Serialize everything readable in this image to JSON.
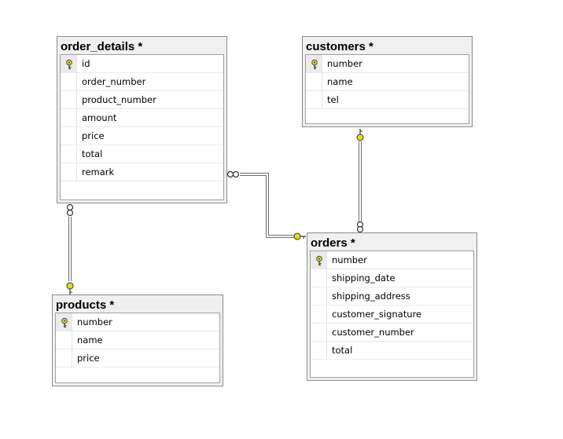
{
  "tables": {
    "order_details": {
      "title": "order_details *",
      "columns": [
        {
          "name": "id",
          "key": true
        },
        {
          "name": "order_number",
          "key": false
        },
        {
          "name": "product_number",
          "key": false
        },
        {
          "name": "amount",
          "key": false
        },
        {
          "name": "price",
          "key": false
        },
        {
          "name": "total",
          "key": false
        },
        {
          "name": "remark",
          "key": false
        }
      ]
    },
    "customers": {
      "title": "customers *",
      "columns": [
        {
          "name": "number",
          "key": true
        },
        {
          "name": "name",
          "key": false
        },
        {
          "name": "tel",
          "key": false
        }
      ]
    },
    "products": {
      "title": "products *",
      "columns": [
        {
          "name": "number",
          "key": true
        },
        {
          "name": "name",
          "key": false
        },
        {
          "name": "price",
          "key": false
        }
      ]
    },
    "orders": {
      "title": "orders *",
      "columns": [
        {
          "name": "number",
          "key": true
        },
        {
          "name": "shipping_date",
          "key": false
        },
        {
          "name": "shipping_address",
          "key": false
        },
        {
          "name": "customer_signature",
          "key": false
        },
        {
          "name": "customer_number",
          "key": false
        },
        {
          "name": "total",
          "key": false
        }
      ]
    }
  },
  "relationships": [
    {
      "from": "order_details",
      "to": "orders",
      "from_end": "many",
      "to_end": "one"
    },
    {
      "from": "orders",
      "to": "customers",
      "from_end": "many",
      "to_end": "one"
    },
    {
      "from": "order_details",
      "to": "products",
      "from_end": "many",
      "to_end": "one"
    }
  ],
  "colors": {
    "key_icon": "#e8d820",
    "line": "#6e6e6e",
    "title_bg": "#f0f0f0"
  }
}
